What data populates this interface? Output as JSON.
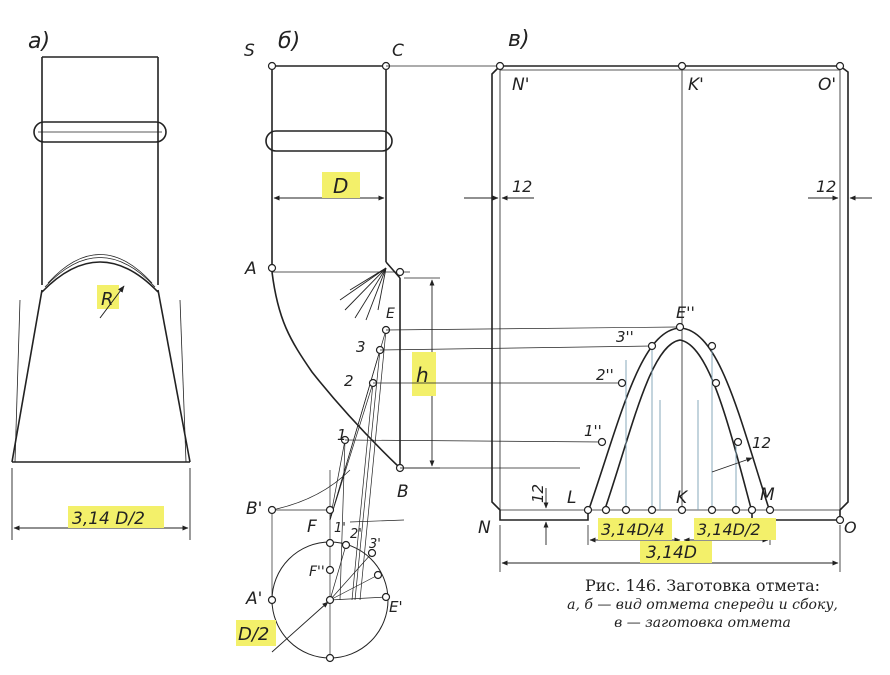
{
  "views": {
    "a": {
      "label": "а)",
      "radius": "R",
      "width_dim": "3,14 D/2"
    },
    "b": {
      "label": "б)",
      "pts": {
        "S": "S",
        "C": "C",
        "A": "A",
        "B": "B",
        "Bp": "B'",
        "Ap": "A'",
        "E": "E",
        "F": "F",
        "Fpp": "F''",
        "Ep": "E'",
        "n1": "1",
        "n2": "2",
        "n3": "3",
        "n1p": "1'",
        "n2p": "2'",
        "n3p": "3'"
      },
      "dim_D": "D",
      "dim_h": "h",
      "dim_D2": "D/2"
    },
    "v": {
      "label": "в)",
      "pts": {
        "Np": "N'",
        "Kp": "K'",
        "Op": "O'",
        "N": "N",
        "O": "O",
        "L": "L",
        "K": "K",
        "M": "M",
        "Epp": "E''",
        "p1": "1''",
        "p2": "2''",
        "p3": "3''"
      },
      "allowance_left": "12",
      "allowance_right": "12",
      "allowance_bottom": "12",
      "allowance_curve": "12",
      "dim_q1": "3,14D/4",
      "dim_q2": "3,14D/2",
      "dim_full": "3,14D"
    }
  },
  "caption": {
    "title": "Рис. 146. Заготовка отмета:",
    "line1": "а, б — вид отмета спереди и сбоку,",
    "line2": "в — заготовка отмета"
  },
  "colors": {
    "ink": "#222222",
    "highlight": "#f3f06a",
    "hatch": "#7aa0b4"
  }
}
